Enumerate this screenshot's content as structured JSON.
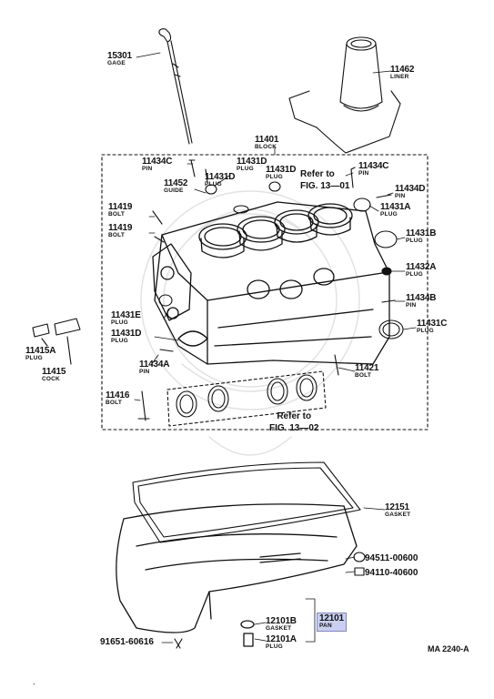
{
  "parts": {
    "p15301": {
      "number": "15301",
      "name": "GAGE"
    },
    "p11462": {
      "number": "11462",
      "name": "LINER"
    },
    "p11401": {
      "number": "11401",
      "name": "BLOCK"
    },
    "p11434c_left": {
      "number": "11434C",
      "name": "PIN"
    },
    "p11431d_a": {
      "number": "11431D",
      "name": "PLUG"
    },
    "p11431d_b": {
      "number": "11431D",
      "name": "PLUG"
    },
    "p11431d_c": {
      "number": "11431D",
      "name": "PLUG"
    },
    "p11452": {
      "number": "11452",
      "name": "GUIDE"
    },
    "p11434c_right": {
      "number": "11434C",
      "name": "PIN"
    },
    "p11434d": {
      "number": "11434D",
      "name": "PIN"
    },
    "p11431a": {
      "number": "11431A",
      "name": "PLUG"
    },
    "p11419_a": {
      "number": "11419",
      "name": "BOLT"
    },
    "p11419_b": {
      "number": "11419",
      "name": "BOLT"
    },
    "p11431b": {
      "number": "11431B",
      "name": "PLUG"
    },
    "p11432a": {
      "number": "11432A",
      "name": "PLUG"
    },
    "p11434b": {
      "number": "11434B",
      "name": "PIN"
    },
    "p11431e": {
      "number": "11431E",
      "name": "PLUG"
    },
    "p11431c": {
      "number": "11431C",
      "name": "PLUG"
    },
    "p11431d_d": {
      "number": "11431D",
      "name": "PLUG"
    },
    "p11415a": {
      "number": "11415A",
      "name": "PLUG"
    },
    "p11415": {
      "number": "11415",
      "name": "COCK"
    },
    "p11434a": {
      "number": "11434A",
      "name": "PIN"
    },
    "p11421": {
      "number": "11421",
      "name": "BOLT"
    },
    "p11416": {
      "number": "11416",
      "name": "BOLT"
    },
    "p12151": {
      "number": "12151",
      "name": "GASKET"
    },
    "p12101b": {
      "number": "12101B",
      "name": "GASKET"
    },
    "p12101": {
      "number": "12101",
      "name": "PAN"
    },
    "p12101a": {
      "number": "12101A",
      "name": "PLUG"
    }
  },
  "references": {
    "fig_13_01": {
      "line1": "Refer to",
      "line2": "FIG. 13—01"
    },
    "fig_13_02": {
      "line1": "Refer to",
      "line2": "FIG. 13—02"
    }
  },
  "codes": {
    "c94511": "94511-00600",
    "c94110": "94110-40600",
    "c91651": "91651-60616"
  },
  "diagram_id": "MA 2240-A",
  "corner_mark": "."
}
